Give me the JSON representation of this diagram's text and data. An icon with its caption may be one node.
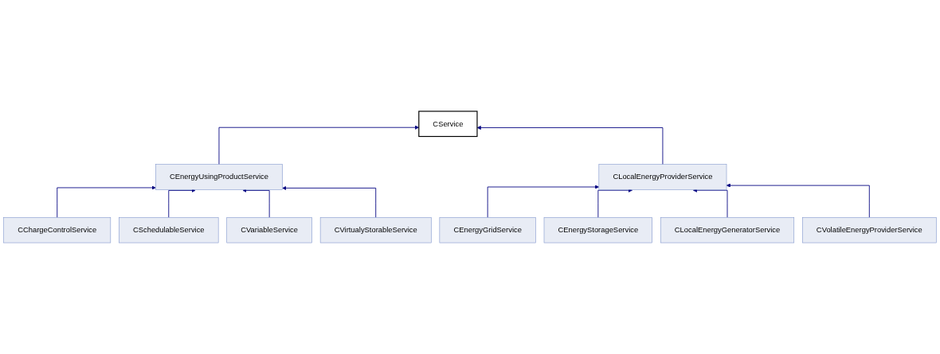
{
  "diagram": {
    "nodes": [
      {
        "text": [
          "CService"
        ]
      },
      {
        "text": [
          "CEnergyUsingProductService"
        ]
      },
      {
        "text": [
          "CLocalEnergyProviderService"
        ]
      },
      {
        "text": [
          "CChargeControlService"
        ]
      },
      {
        "text": [
          "CEnergyGridService"
        ]
      },
      {
        "text": [
          "CSchedulableService"
        ]
      },
      {
        "text": [
          "CEnergyStorageService"
        ]
      },
      {
        "text": [
          "CVariableService"
        ]
      },
      {
        "text": [
          "CLocalEnergyGeneratorService"
        ]
      },
      {
        "text": [
          "CVirtualyStorableService"
        ]
      },
      {
        "text": [
          "CVolatileEnergyProviderService"
        ]
      }
    ],
    "edges": [
      {
        "from": 1,
        "to": 0,
        "arrow": "to"
      },
      {
        "from": 2,
        "to": 0,
        "arrow": "to"
      },
      {
        "from": 3,
        "to": 1,
        "arrow": "to"
      },
      {
        "from": 5,
        "to": 1,
        "arrow": "to"
      },
      {
        "from": 7,
        "to": 1,
        "arrow": "to"
      },
      {
        "from": 9,
        "to": 1,
        "arrow": "to"
      },
      {
        "from": 4,
        "to": 2,
        "arrow": "to"
      },
      {
        "from": 6,
        "to": 2,
        "arrow": "to"
      },
      {
        "from": 8,
        "to": 2,
        "arrow": "to"
      },
      {
        "from": 10,
        "to": 2,
        "arrow": "to"
      }
    ]
  }
}
